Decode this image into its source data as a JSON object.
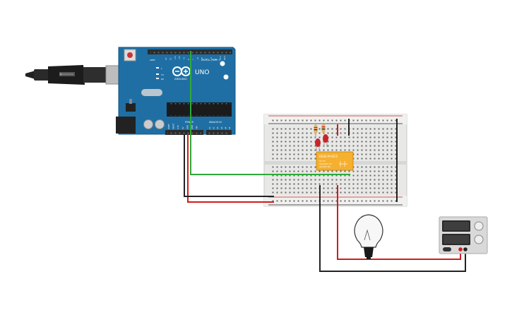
{
  "arduino": {
    "brand": "UNO",
    "logo_text": "ARDUINO",
    "digital_header": "DIGITAL (PWM~)",
    "power_header": "POWER",
    "analog_header": "ANALOG IN",
    "tx_label": "TX",
    "rx_label": "RX",
    "l_label": "L",
    "aref_label": "AREF",
    "digital_pins": [
      "13",
      "12",
      "~11",
      "~10",
      "~9",
      "8",
      "7",
      "~6",
      "~5",
      "4",
      "~3",
      "2",
      "TX 1",
      "RX 0"
    ],
    "power_pins": [
      "IOREF",
      "RESET",
      "3.3V",
      "5V",
      "GND",
      "GND",
      "VIN"
    ],
    "analog_pins": [
      "A0",
      "A1",
      "A2",
      "A3",
      "A4",
      "A5"
    ],
    "colors": {
      "board": "#1f6fa4",
      "header": "#2b2b2b"
    }
  },
  "relay": {
    "model": "KS2E-M-DC5",
    "line1": "5C 5V",
    "line2": "1A/120V AC",
    "line3": "2A/30V DC",
    "color": "#f5b030"
  },
  "breadboard": {
    "color": "#e8e8e6"
  },
  "power_supply": {
    "color": "#d9d9d9"
  },
  "bulb": {
    "icon": "light-bulb-icon"
  },
  "usb_cable": {
    "icon": "usb-plug-icon"
  },
  "wire_colors": {
    "signal": "#2eaa3a",
    "power": "#d01c1c",
    "ground": "#222222"
  }
}
